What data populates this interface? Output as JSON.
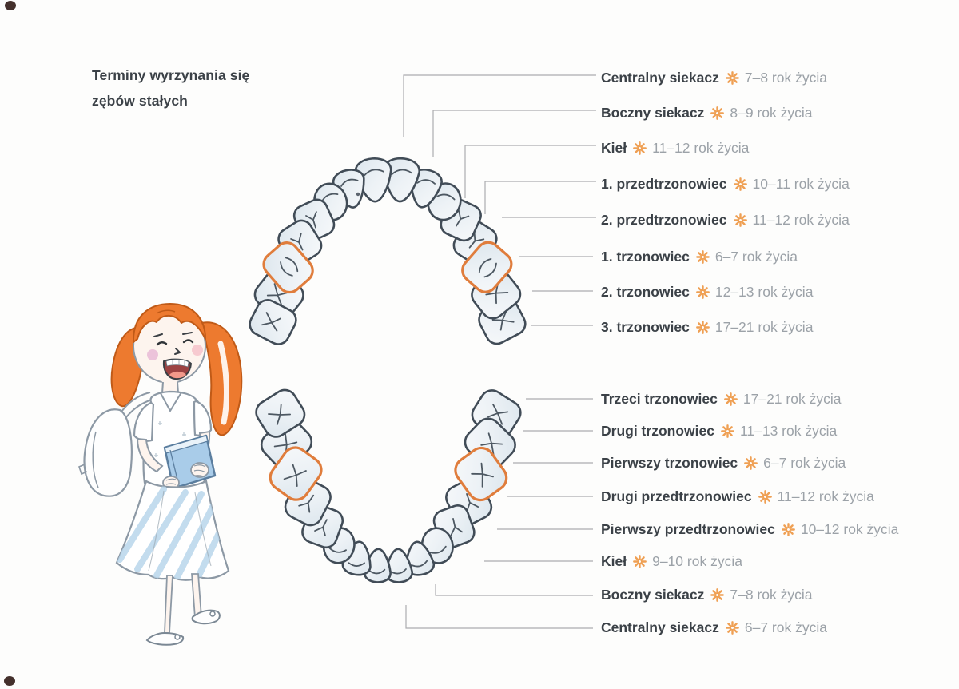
{
  "title": {
    "line1": "Terminy wyrzynania się",
    "line2": "zębów stałych"
  },
  "legend": {
    "upper": [
      {
        "name": "Centralny siekacz",
        "age": "7–8 rok życia"
      },
      {
        "name": "Boczny siekacz",
        "age": "8–9 rok życia"
      },
      {
        "name": "Kieł",
        "age": "11–12 rok życia"
      },
      {
        "name": "1. przedtrzonowiec",
        "age": "10–11 rok życia"
      },
      {
        "name": "2. przedtrzonowiec",
        "age": "11–12 rok życia"
      },
      {
        "name": "1. trzonowiec",
        "age": "6–7 rok życia"
      },
      {
        "name": "2. trzonowiec",
        "age": "12–13 rok życia"
      },
      {
        "name": "3. trzonowiec",
        "age": "17–21 rok życia"
      }
    ],
    "lower": [
      {
        "name": "Trzeci trzonowiec",
        "age": "17–21 rok życia"
      },
      {
        "name": "Drugi trzonowiec",
        "age": "11–13 rok życia"
      },
      {
        "name": "Pierwszy trzonowiec",
        "age": "6–7 rok życia"
      },
      {
        "name": "Drugi przedtrzonowiec",
        "age": "11–12 rok życia"
      },
      {
        "name": "Pierwszy przedtrzonowiec",
        "age": "10–12 rok życia"
      },
      {
        "name": "Kieł",
        "age": "9–10 rok życia"
      },
      {
        "name": "Boczny siekacz",
        "age": "7–8 rok życia"
      },
      {
        "name": "Centralny siekacz",
        "age": "6–7 rok życia"
      }
    ]
  },
  "figure": {
    "type": "dental-arches-occlusal-view",
    "upper_teeth_count": 16,
    "lower_teeth_count": 16,
    "highlighted_teeth": "first molars outlined in orange"
  },
  "illustration": {
    "subject": "schoolgirl with orange pigtails and white backpack holding a blue book"
  },
  "icons": {
    "bullet": "eight-spoked-asterisk"
  },
  "colors": {
    "accent_orange": "#EFA054",
    "highlight_tooth": "#E07D3C",
    "label_text": "#3B4147",
    "age_text": "#9CA2A8",
    "tooth_outline": "#414C57",
    "tooth_fissure": "#4D5862",
    "connector": "#ABADAF",
    "hair": "#ED7A2F",
    "book": "#A9CCE9"
  }
}
